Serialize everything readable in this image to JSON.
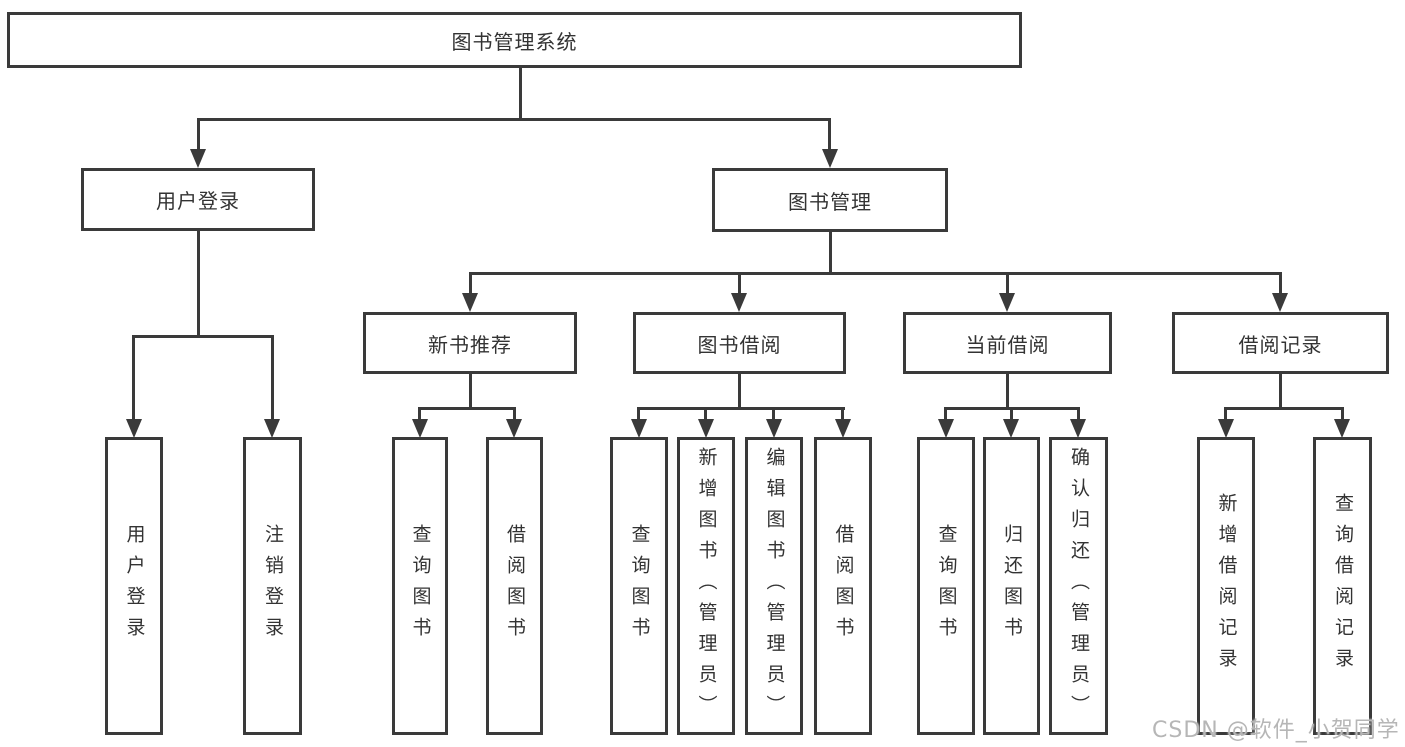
{
  "colors": {
    "line": "#3a3a3a",
    "text": "#333333",
    "background": "#ffffff",
    "watermark": "#b6b6b6"
  },
  "tree": {
    "root": {
      "label": "图书管理系统"
    },
    "children": [
      {
        "label": "用户登录",
        "children": [
          {
            "label": "用户登录"
          },
          {
            "label": "注销登录"
          }
        ]
      },
      {
        "label": "图书管理",
        "children": [
          {
            "label": "新书推荐",
            "children": [
              {
                "label": "查询图书"
              },
              {
                "label": "借阅图书"
              }
            ]
          },
          {
            "label": "图书借阅",
            "children": [
              {
                "label": "查询图书"
              },
              {
                "label": "新增图书（管理员）"
              },
              {
                "label": "编辑图书（管理员）"
              },
              {
                "label": "借阅图书"
              }
            ]
          },
          {
            "label": "当前借阅",
            "children": [
              {
                "label": "查询图书"
              },
              {
                "label": "归还图书"
              },
              {
                "label": "确认归还（管理员）"
              }
            ]
          },
          {
            "label": "借阅记录",
            "children": [
              {
                "label": "新增借阅记录"
              },
              {
                "label": "查询借阅记录"
              }
            ]
          }
        ]
      }
    ]
  },
  "watermark": {
    "text": "CSDN @软件_小贺同学"
  }
}
